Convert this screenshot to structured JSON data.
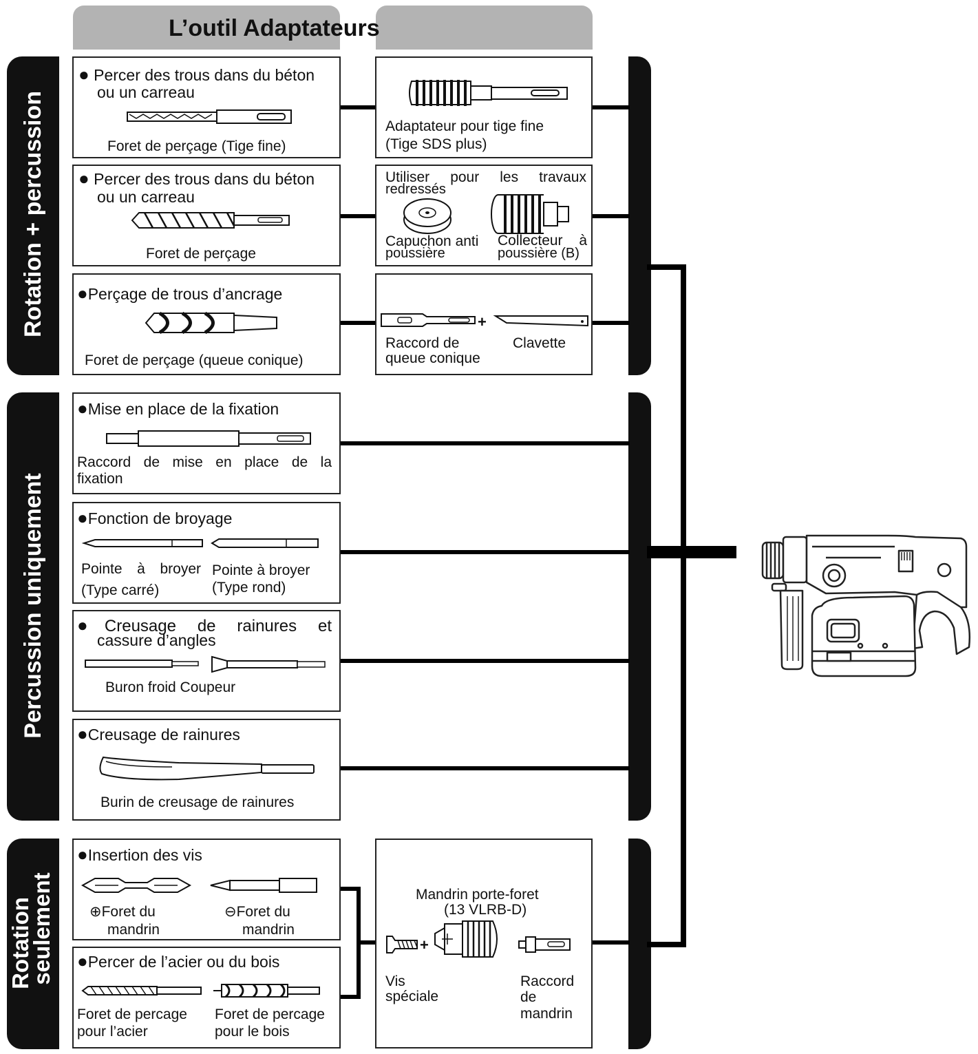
{
  "header": {
    "title": "L’outil Adaptateurs"
  },
  "sections": {
    "rotation_percussion": "Rotation + percussion",
    "percussion": "Percussion uniquement",
    "rotation_line1": "Rotation",
    "rotation_line2": "seulement"
  },
  "rows": {
    "r1": {
      "task_line1": "Percer des trous dans du béton",
      "task_line2": "ou un carreau",
      "tool": "Foret de perçage (Tige fine)",
      "adapter_line1": "Adaptateur pour tige fine",
      "adapter_line2": "(Tige SDS plus)"
    },
    "r2": {
      "task_line1": "Percer des trous dans du béton",
      "task_line2": "ou un carreau",
      "tool": "Foret de perçage",
      "adapter_note_line1": "Utiliser pour les travaux",
      "adapter_note_line2": "redressés",
      "cap_line1": "Capuchon anti",
      "cap_line2": "poussière",
      "collector_line1": "Collecteur à",
      "collector_line2": "poussière (B)"
    },
    "r3": {
      "task": "Perçage de trous d’ancrage",
      "tool": "Foret de perçage (queue conique)",
      "adapter_a_line1": "Raccord de",
      "adapter_a_line2": "queue conique",
      "adapter_b": "Clavette",
      "plus": "+"
    },
    "r4": {
      "task": "Mise en place de la fixation",
      "tool_line1": "Raccord de mise en place de la",
      "tool_line2": "fixation"
    },
    "r5": {
      "task": "Fonction de broyage",
      "tool_a_line1": "Pointe à broyer",
      "tool_a_line2": "(Type carré)",
      "tool_b_line1": "Pointe à broyer",
      "tool_b_line2": "(Type rond)"
    },
    "r6": {
      "task_line1": "Creusage de rainures et",
      "task_line2": "cassure d’angles",
      "tool": "Buron froid Coupeur"
    },
    "r7": {
      "task": "Creusage de rainures",
      "tool": "Burin de creusage de rainures"
    },
    "r8": {
      "task": "Insertion des vis",
      "tool_a_line1": "Foret du",
      "tool_a_line2": "mandrin",
      "tool_b_line1": "Foret du",
      "tool_b_line2": "mandrin"
    },
    "r9": {
      "task": "Percer de l’acier ou du bois",
      "tool_a_line1": "Foret de percage",
      "tool_a_line2": "pour l’acier",
      "tool_b_line1": "Foret de percage",
      "tool_b_line2": "pour le bois"
    },
    "chuck": {
      "title_line1": "Mandrin porte-foret",
      "title_line2": "(13 VLRB-D)",
      "plus": "+",
      "screw_line1": "Vis",
      "screw_line2": "spéciale",
      "adapter_line1": "Raccord",
      "adapter_line2": "de",
      "adapter_line3": "mandrin"
    }
  }
}
